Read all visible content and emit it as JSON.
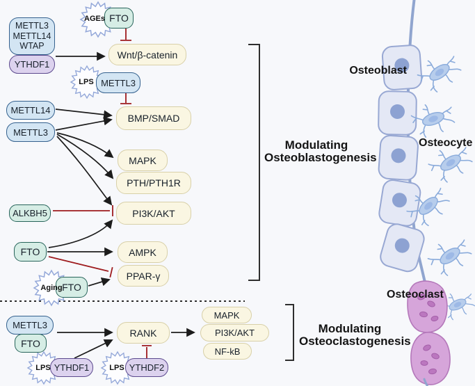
{
  "upper": {
    "writer": [
      "METTL3",
      "METTL14",
      "WTAP"
    ],
    "ythdf1": "YTHDF1",
    "ages": "AGEs",
    "fto_top": "FTO",
    "wnt": "Wnt/β-catenin",
    "lps": "LPS",
    "mettl3_lps": "METTL3",
    "mettl14": "METTL14",
    "mettl3": "METTL3",
    "bmp": "BMP/SMAD",
    "mapk": "MAPK",
    "pth": "PTH/PTH1R",
    "pi3k": "PI3K/AKT",
    "alkbh5": "ALKBH5",
    "fto": "FTO",
    "ampk": "AMPK",
    "ppar": "PPAR-γ",
    "aging": "Aging",
    "fto_aging": "FTO",
    "bracket": [
      "Modulating",
      "Osteoblastogenesis"
    ]
  },
  "lower": {
    "mettl3": "METTL3",
    "fto": "FTO",
    "lps1": "LPS",
    "ythdf1": "YTHDF1",
    "lps2": "LPS",
    "ythdf2": "YTHDF2",
    "rank": "RANK",
    "outputs": [
      "MAPK",
      "PI3K/AKT",
      "NF-kB"
    ],
    "bracket": [
      "Modulating",
      "Osteoclastogenesis"
    ]
  },
  "cells": {
    "osteoblast": "Osteoblast",
    "osteocyte": "Osteocyte",
    "osteoclast": "Osteoclast"
  },
  "colors": {
    "background": "#f7f8fb",
    "blue_fill": "#d3e5f3",
    "blue_border": "#35618e",
    "purple_fill": "#dcd2ee",
    "purple_border": "#5c4a8e",
    "green_fill": "#d6ede5",
    "green_border": "#27645a",
    "cream_fill": "#faf6e2",
    "cream_border": "#d8d0a8",
    "inhibit_red": "#9e1b1e",
    "arrow_black": "#1c1c1c",
    "starburst_border": "#94a8d9",
    "bone_line": "#90a5cf",
    "osteoblast_cell_fill": "#e4e8f5",
    "osteocyte_fill": "#b7cdec",
    "osteoclast_fill": "#d6a5da"
  }
}
